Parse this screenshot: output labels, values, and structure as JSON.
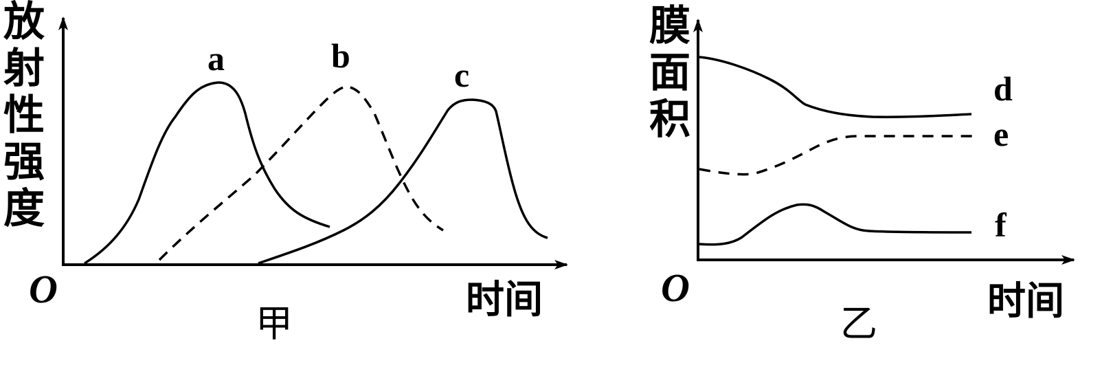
{
  "chart_data": [
    {
      "type": "line",
      "title": "甲",
      "xlabel": "时间",
      "ylabel": "放射性强度",
      "origin_label": "O",
      "grid": false,
      "legend": "inline labels at curve peaks",
      "x": [
        0,
        1,
        2,
        3,
        4,
        5,
        6,
        7,
        8,
        9,
        10
      ],
      "series": [
        {
          "name": "a",
          "style": "solid",
          "points": [
            [
              0.3,
              0
            ],
            [
              1.5,
              0.3
            ],
            [
              2.5,
              0.7
            ],
            [
              3.0,
              0.95
            ],
            [
              3.5,
              0.97
            ],
            [
              4.0,
              0.75
            ],
            [
              4.6,
              0.4
            ],
            [
              5.2,
              0.22
            ]
          ]
        },
        {
          "name": "b",
          "style": "dashed",
          "points": [
            [
              1.9,
              0.02
            ],
            [
              3.0,
              0.35
            ],
            [
              4.0,
              0.65
            ],
            [
              5.0,
              0.95
            ],
            [
              5.5,
              0.93
            ],
            [
              6.2,
              0.55
            ],
            [
              6.9,
              0.2
            ],
            [
              7.3,
              0.2
            ]
          ]
        },
        {
          "name": "c",
          "style": "solid",
          "points": [
            [
              3.8,
              0
            ],
            [
              5.0,
              0.2
            ],
            [
              6.0,
              0.45
            ],
            [
              6.8,
              0.75
            ],
            [
              7.4,
              0.9
            ],
            [
              7.9,
              0.88
            ],
            [
              8.3,
              0.55
            ],
            [
              8.9,
              0.15
            ]
          ]
        }
      ],
      "annotations": [
        "a",
        "b",
        "c"
      ]
    },
    {
      "type": "line",
      "title": "乙",
      "xlabel": "时间",
      "ylabel": "膜面积",
      "origin_label": "O",
      "grid": false,
      "legend": "inline labels at right end of curves",
      "series": [
        {
          "name": "d",
          "style": "solid",
          "trend": "decreases then levels off",
          "points": [
            [
              0,
              0.98
            ],
            [
              1,
              0.92
            ],
            [
              2,
              0.8
            ],
            [
              3,
              0.67
            ],
            [
              4,
              0.63
            ],
            [
              5,
              0.63
            ],
            [
              6,
              0.64
            ]
          ]
        },
        {
          "name": "e",
          "style": "dashed",
          "trend": "increases then levels off",
          "points": [
            [
              0,
              0.45
            ],
            [
              1,
              0.42
            ],
            [
              2,
              0.5
            ],
            [
              3,
              0.6
            ],
            [
              4,
              0.62
            ],
            [
              5,
              0.62
            ],
            [
              6,
              0.62
            ]
          ]
        },
        {
          "name": "f",
          "style": "solid",
          "trend": "rises, falls, then levels off",
          "points": [
            [
              0,
              0.1
            ],
            [
              0.7,
              0.12
            ],
            [
              1.5,
              0.22
            ],
            [
              2.2,
              0.28
            ],
            [
              3.0,
              0.22
            ],
            [
              3.6,
              0.16
            ],
            [
              6,
              0.15
            ]
          ]
        }
      ],
      "annotations": [
        "d",
        "e",
        "f"
      ]
    }
  ],
  "left_chart": {
    "ylabel_chars": [
      "放",
      "射",
      "性",
      "强",
      "度"
    ],
    "xlabel": "时间",
    "origin": "O",
    "caption": "甲",
    "curve_labels": {
      "a": "a",
      "b": "b",
      "c": "c"
    }
  },
  "right_chart": {
    "ylabel_chars": [
      "膜",
      "面",
      "积"
    ],
    "xlabel": "时间",
    "origin": "O",
    "caption": "乙",
    "curve_labels": {
      "d": "d",
      "e": "e",
      "f": "f"
    }
  }
}
